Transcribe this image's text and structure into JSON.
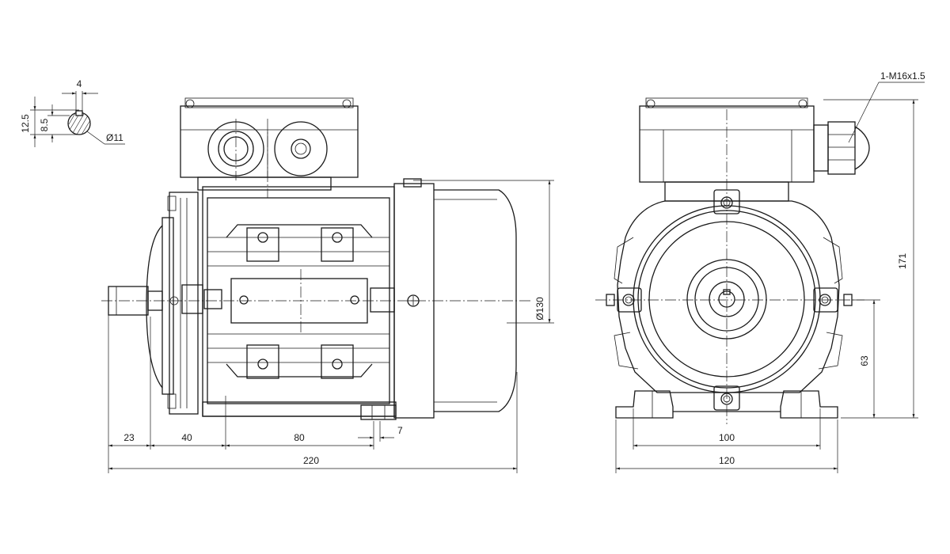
{
  "drawing": {
    "type": "motor-dimension-drawing",
    "line_color": "#1a1a1a",
    "background": "#ffffff",
    "views": [
      "key-section-detail",
      "side-elevation",
      "front-elevation"
    ]
  },
  "dimensions": {
    "key_width": "4",
    "shaft_height": "12.5",
    "key_depth": "8.5",
    "shaft_diameter": "Ø11",
    "shaft_length": "23",
    "flange_to_foot": "40",
    "foot_hole_spacing": "80",
    "foot_offset": "7",
    "overall_length": "220",
    "frame_diameter": "Ø130",
    "cable_gland": "1-M16x1.5",
    "overall_height": "171",
    "shaft_center_height": "63",
    "foot_hole_width": "100",
    "foot_width": "120"
  }
}
